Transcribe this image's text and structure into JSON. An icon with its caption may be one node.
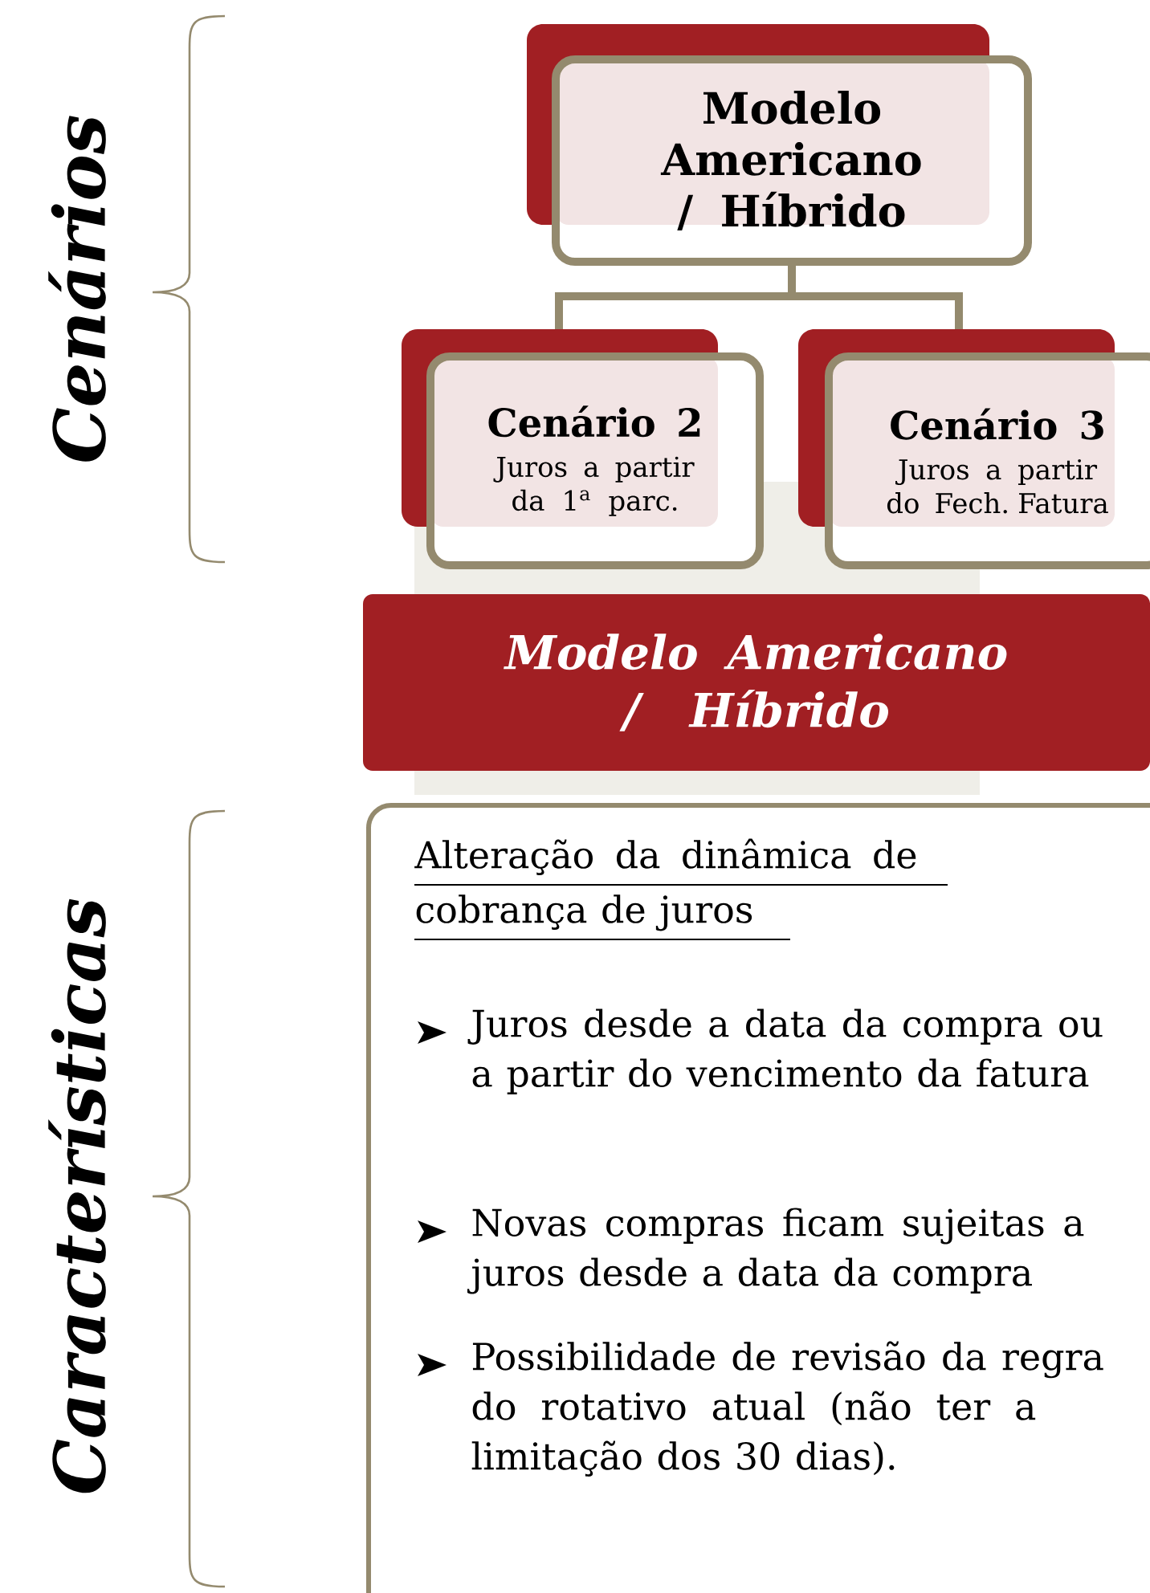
{
  "diagram": {
    "nodes": [
      {
        "text": [
          "Modelo Americano / Híbrido"
        ]
      },
      {
        "text": [
          "Cenário 2",
          "Juros a partir da 1$^{a}$ parc."
        ]
      },
      {
        "text": [
          "Cenário 3",
          "Juros a partir do Fech. Fatura"
        ]
      },
      {
        "text": [
          "Modelo Americano / Híbrido"
        ]
      },
      {
        "text": [
          "Alteração da dinâmica de cobrança de juros",
          "Juros desde a data da compra ou a partir do vencimento da fatura",
          "Novas compras ficam sujeitas a juros desde a data da compra",
          "Possibilidade de revisão da regra do rotativo atual (não ter a limitação dos 30 dias)."
        ]
      }
    ],
    "edges": [
      {
        "from": 0,
        "to": 1,
        "arrow": "none"
      },
      {
        "from": 0,
        "to": 2,
        "arrow": "none"
      }
    ],
    "labels": [
      "Cenários",
      "Características"
    ]
  }
}
